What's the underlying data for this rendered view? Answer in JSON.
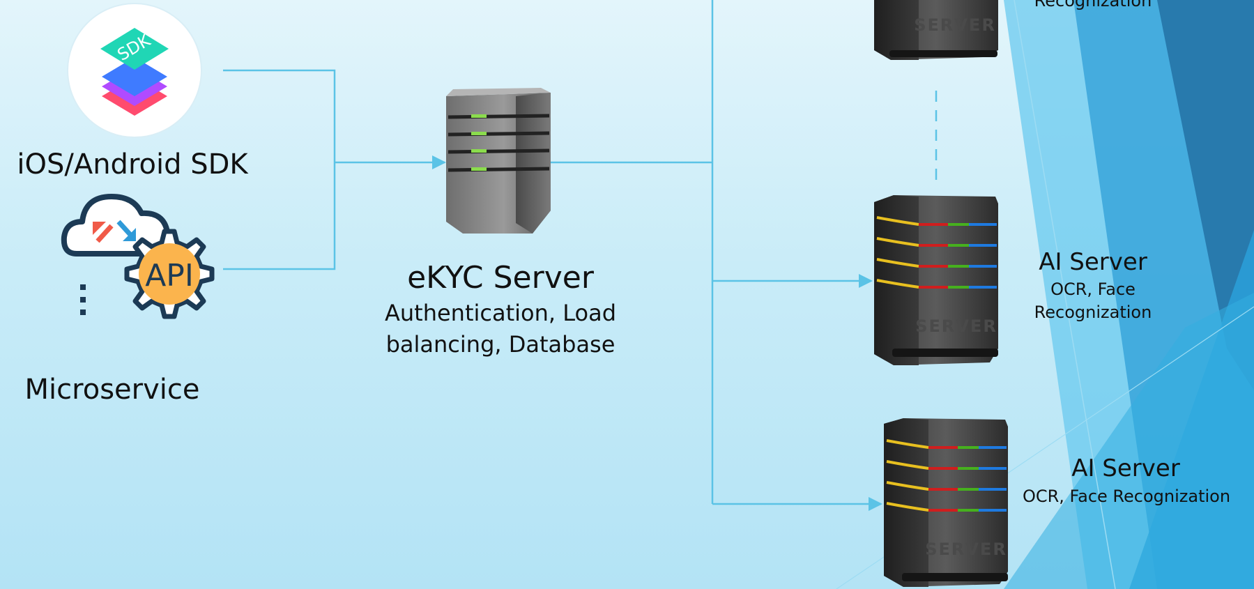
{
  "sources": {
    "sdk": {
      "icon_text": "SDK",
      "label": "iOS/Android SDK"
    },
    "microservice": {
      "icon_text": "API",
      "label": "Microservice"
    }
  },
  "ekyc": {
    "title": "eKYC Server",
    "subtitle_line1": "Authentication, Load",
    "subtitle_line2": "balancing, Database"
  },
  "ai_servers": [
    {
      "title": "",
      "subtitle_line1": "",
      "subtitle_line2": "Recognization",
      "case_text": "SERVER"
    },
    {
      "title": "AI Server",
      "subtitle_line1": "OCR, Face",
      "subtitle_line2": "Recognization",
      "case_text": "SERVER"
    },
    {
      "title": "AI Server",
      "subtitle_line1": "OCR, Face Recognization",
      "subtitle_line2": "",
      "case_text": "SERVER"
    }
  ],
  "colors": {
    "connector": "#5bc3e6",
    "accent_dark": "#1f6a9c",
    "accent_mid": "#2a9bd6",
    "accent_light": "#69c9ef"
  }
}
